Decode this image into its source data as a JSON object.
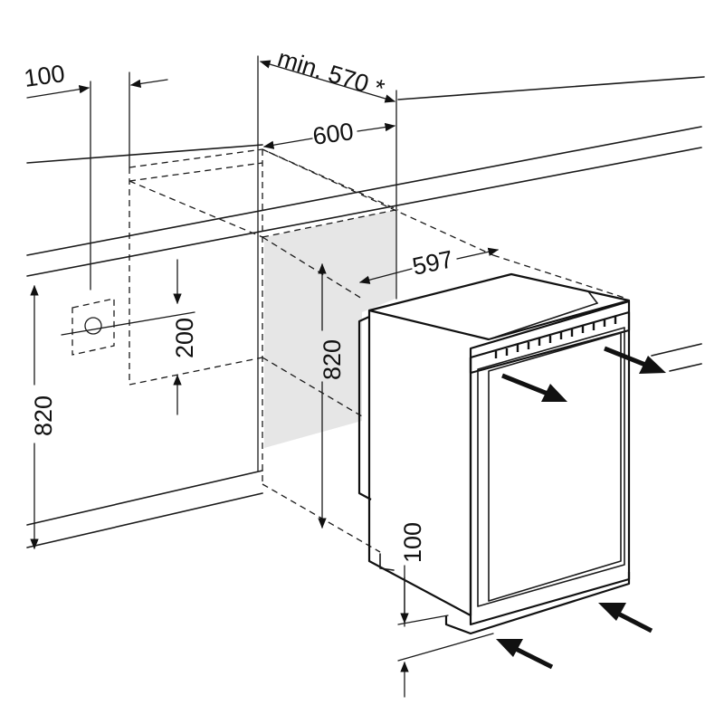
{
  "dimensions": {
    "top_left_offset": "100",
    "min_depth": "min. 570 *",
    "niche_depth": "600",
    "appliance_width": "597",
    "socket_height": "200",
    "niche_height": "820",
    "total_height": "820",
    "plinth_height": "100"
  },
  "colors": {
    "line": "#1a1a1a",
    "shaded_recess": "#e6e6e6",
    "background": "#ffffff"
  },
  "icons": {
    "socket": "power-socket-icon",
    "airflow": "airflow-arrow-icon"
  }
}
